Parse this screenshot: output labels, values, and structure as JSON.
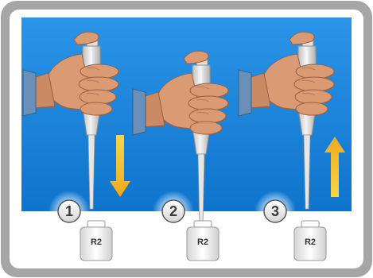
{
  "colors": {
    "frame": "#a6a6a6",
    "backdrop": "#1786dd",
    "arrow": "#f5c02a",
    "skin": "#d99a74",
    "cuff": "#6a8fb8",
    "pipette": "#d8d8d8"
  },
  "steps": [
    {
      "number": "1",
      "arrow": "down",
      "vial_label": "R2"
    },
    {
      "number": "2",
      "arrow": "none",
      "vial_label": "R2"
    },
    {
      "number": "3",
      "arrow": "up",
      "vial_label": "R2"
    }
  ]
}
